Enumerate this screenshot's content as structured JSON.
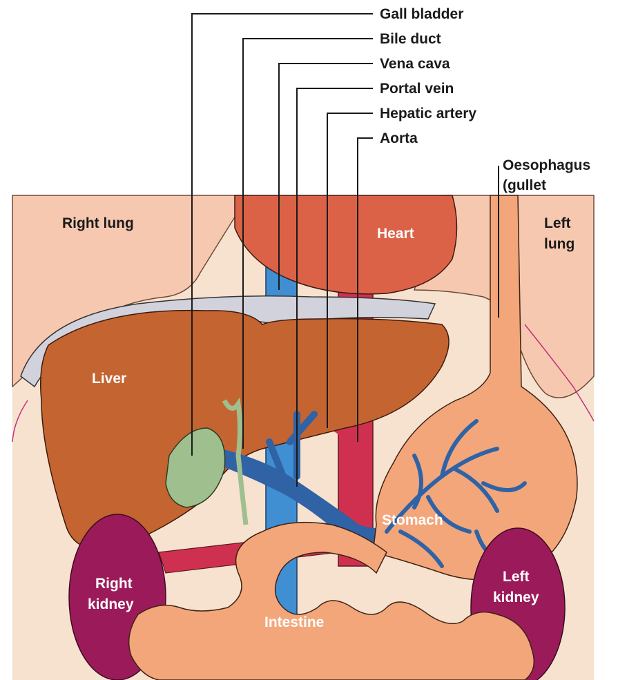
{
  "labels": {
    "gall_bladder": "Gall bladder",
    "bile_duct": "Bile duct",
    "vena_cava": "Vena cava",
    "portal_vein": "Portal vein",
    "hepatic_artery": "Hepatic artery",
    "aorta": "Aorta",
    "oesophagus_line1": "Oesophagus",
    "oesophagus_line2": "(gullet",
    "right_lung": "Right lung",
    "heart": "Heart",
    "left_lung_line1": "Left",
    "left_lung_line2": "lung",
    "liver": "Liver",
    "stomach": "Stomach",
    "right_kidney_line1": "Right",
    "right_kidney_line2": "kidney",
    "left_kidney_line1": "Left",
    "left_kidney_line2": "kidney",
    "intestine": "Intestine"
  },
  "colors": {
    "background_tissue": "#f6e2cf",
    "lung": "#f7c8b0",
    "heart": "#dc6247",
    "liver": "#c46431",
    "vena_cava": "#3f8fd2",
    "aorta": "#d0304f",
    "portal_vein": "#2f63a6",
    "gall_bladder": "#9fbf8f",
    "stomach": "#f3a67a",
    "kidney": "#9b1b5a",
    "diaphragm": "#d2d2dc"
  }
}
